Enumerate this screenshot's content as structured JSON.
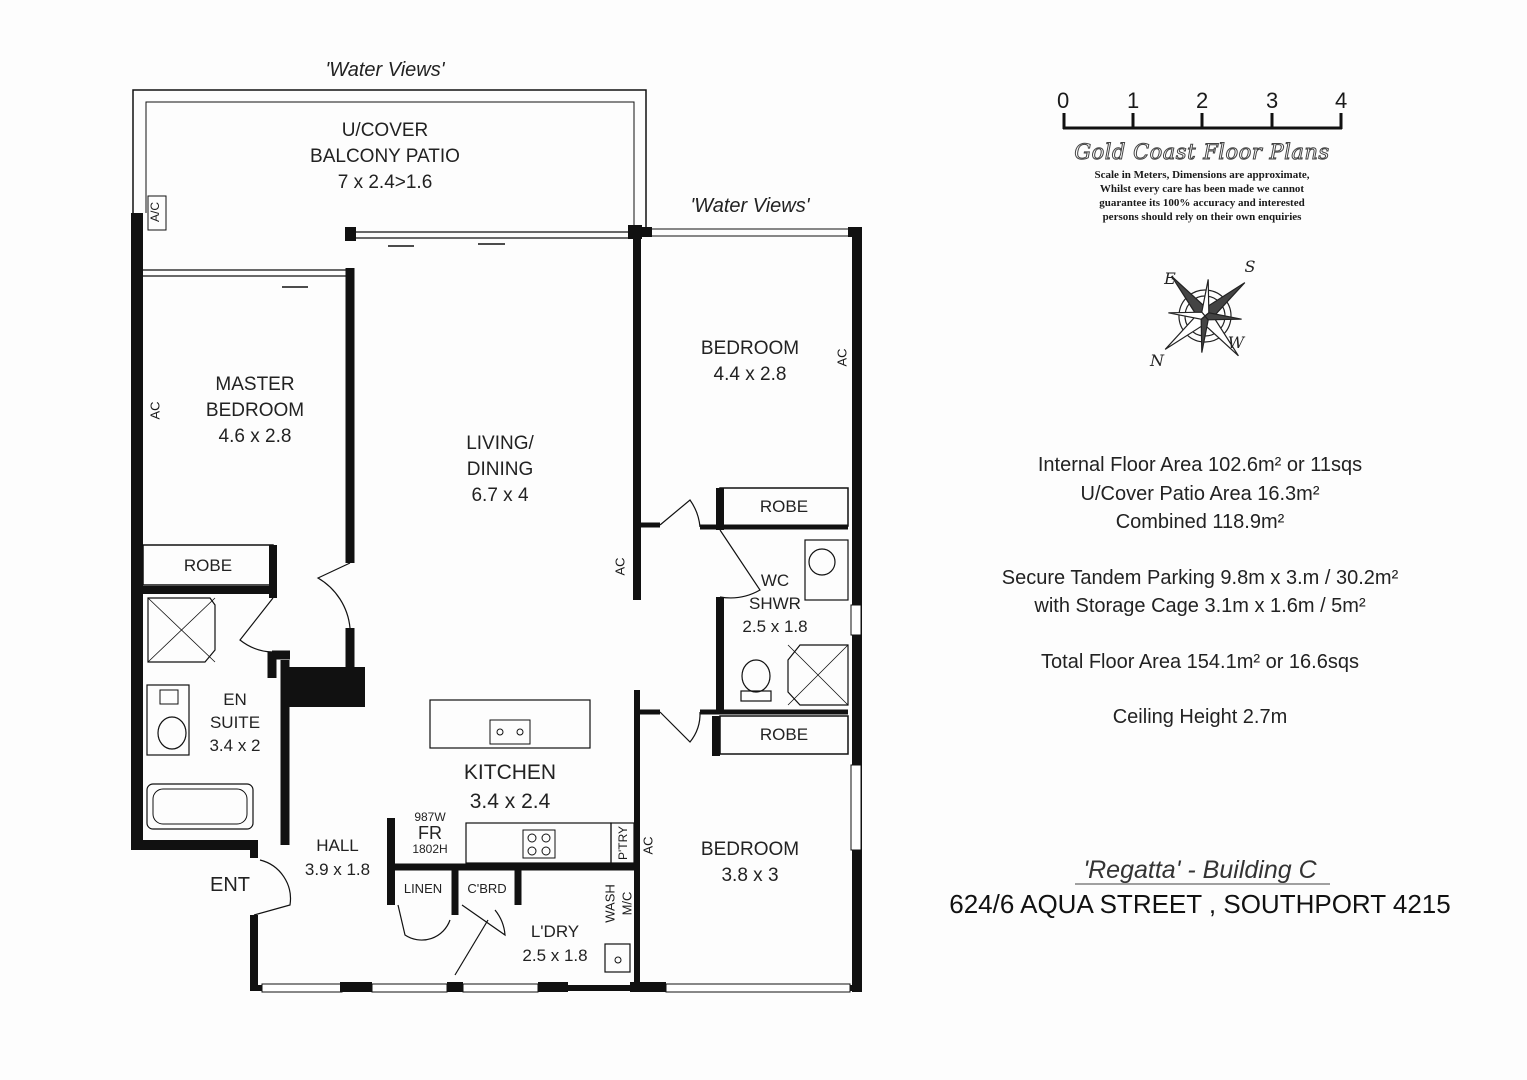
{
  "views": {
    "top": "'Water Views'",
    "right": "'Water Views'"
  },
  "rooms": {
    "balcony": {
      "name1": "U/COVER",
      "name2": "BALCONY PATIO",
      "dims": "7 x 2.4>1.6"
    },
    "master": {
      "name1": "MASTER",
      "name2": "BEDROOM",
      "dims": "4.6 x 2.8"
    },
    "living": {
      "name1": "LIVING/",
      "name2": "DINING",
      "dims": "6.7 x 4"
    },
    "bedroom2": {
      "name": "BEDROOM",
      "dims": "4.4 x 2.8"
    },
    "bedroom3": {
      "name": "BEDROOM",
      "dims": "3.8 x 3"
    },
    "ensuite": {
      "name1": "EN",
      "name2": "SUITE",
      "dims": "3.4 x 2"
    },
    "wc": {
      "name1": "WC",
      "name2": "SHWR",
      "dims": "2.5 x 1.8"
    },
    "kitchen": {
      "name": "KITCHEN",
      "dims": "3.4 x 2.4"
    },
    "hall": {
      "name": "HALL",
      "dims": "3.9 x 1.8"
    },
    "laundry": {
      "name": "L'DRY",
      "dims": "2.5 x 1.8"
    },
    "robe_master": "ROBE",
    "robe_bed2": "ROBE",
    "robe_bed3": "ROBE",
    "linen": "LINEN",
    "cbrd": "C'BRD",
    "ent": "ENT",
    "fridge": {
      "w": "987W",
      "label": "FR",
      "h": "1802H"
    },
    "pantry": "P'TRY",
    "wash": "WASH",
    "mc": "M/C",
    "ac": "AC",
    "ac_slash": "A/C"
  },
  "scale": {
    "ticks": [
      "0",
      "1",
      "2",
      "3",
      "4"
    ]
  },
  "brand": "Gold Coast Floor Plans",
  "disclaimer": [
    "Scale in Meters, Dimensions are approximate,",
    "Whilst every care has been made we cannot",
    "guarantee its 100% accuracy and interested",
    "persons should rely on their own enquiries"
  ],
  "compass": {
    "n": "N",
    "e": "E",
    "s": "S",
    "w": "W"
  },
  "areas": {
    "internal": "Internal Floor Area 102.6m² or 11sqs",
    "patio": "U/Cover Patio Area 16.3m²",
    "combined": "Combined 118.9m²",
    "parking": "Secure Tandem Parking 9.8m x 3.m / 30.2m²",
    "storage": "with Storage Cage 3.1m x 1.6m / 5m²",
    "total": "Total Floor Area 154.1m² or 16.6sqs",
    "ceiling": "Ceiling Height 2.7m"
  },
  "building": "'Regatta' - Building C",
  "address": "624/6 AQUA STREET , SOUTHPORT 4215"
}
